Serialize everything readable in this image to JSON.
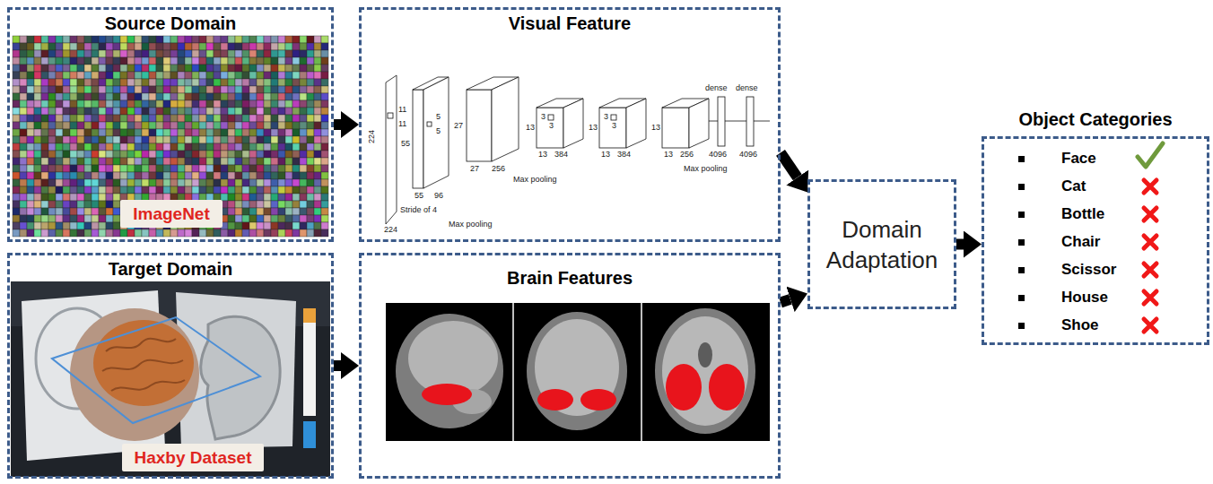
{
  "diagram": {
    "nodes": [
      {
        "text": [
          "Source Domain"
        ]
      },
      {
        "text": [
          "ImageNet"
        ],
        "in": 0
      },
      {
        "text": [
          "Visual Feature"
        ]
      },
      {
        "text": [
          "Target Domain"
        ]
      },
      {
        "text": [
          "Haxby Dataset"
        ],
        "in": 3
      },
      {
        "text": [
          "Brain Features"
        ]
      },
      {
        "text": [
          "Domain Adaptation"
        ]
      },
      {
        "text": [
          "Object Categories",
          "Face",
          "Cat",
          "Bottle",
          "Chair",
          "Scissor",
          "House",
          "Shoe"
        ]
      }
    ],
    "edges": [
      {
        "from": 0,
        "to": 2,
        "arrow": "to"
      },
      {
        "from": 3,
        "to": 5,
        "arrow": "to"
      },
      {
        "from": 2,
        "to": 6,
        "arrow": "to"
      },
      {
        "from": 5,
        "to": 6,
        "arrow": "to"
      },
      {
        "from": 6,
        "to": 7,
        "arrow": "to"
      }
    ],
    "labels": [
      "224",
      "224",
      "11",
      "11",
      "Stride of 4",
      "55",
      "55",
      "96",
      "5",
      "5",
      "Max pooling",
      "27",
      "27",
      "256",
      "Max pooling",
      "3",
      "3",
      "13",
      "13",
      "384",
      "3",
      "3",
      "13",
      "13",
      "384",
      "13",
      "13",
      "256",
      "Max pooling",
      "dense",
      "dense",
      "4096",
      "4096"
    ]
  }
}
